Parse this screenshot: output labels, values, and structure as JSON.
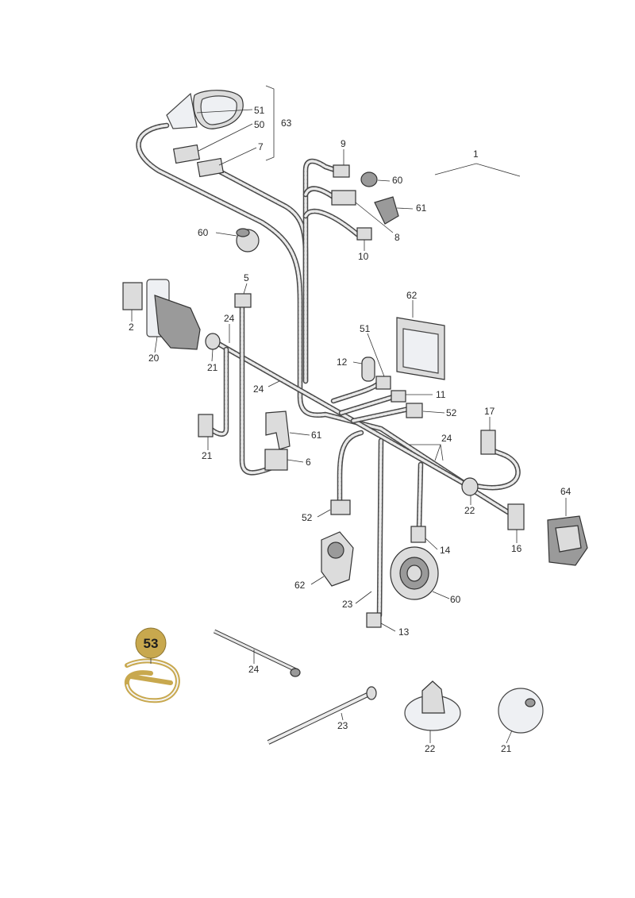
{
  "labels": {
    "l1": "1",
    "l2": "2",
    "l5": "5",
    "l6": "6",
    "l7": "7",
    "l8": "8",
    "l9": "9",
    "l10": "10",
    "l11": "11",
    "l12": "12",
    "l13": "13",
    "l14": "14",
    "l16": "16",
    "l17": "17",
    "l20": "20",
    "l21a": "21",
    "l21b": "21",
    "l21c": "21",
    "l22a": "22",
    "l22b": "22",
    "l23a": "23",
    "l23b": "23",
    "l24a": "24",
    "l24b": "24",
    "l24c": "24",
    "l24d": "24",
    "l50": "50",
    "l51a": "51",
    "l51b": "51",
    "l52a": "52",
    "l52b": "52",
    "l60a": "60",
    "l60b": "60",
    "l60c": "60",
    "l61a": "61",
    "l61b": "61",
    "l62a": "62",
    "l62b": "62",
    "l63": "63",
    "l64": "64"
  },
  "highlight": {
    "number": "53",
    "color": "#c8a84e"
  }
}
